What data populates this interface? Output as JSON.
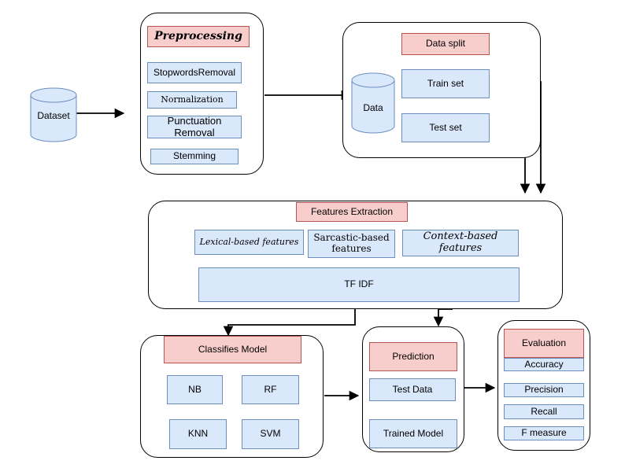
{
  "dataset": "Dataset",
  "preprocessing": {
    "title": "Preprocessing",
    "steps": [
      "StopwordsRemoval",
      "Normalization",
      "Punctuation Removal",
      "Stemming"
    ]
  },
  "data_split": {
    "title": "Data split",
    "store": "Data",
    "train": "Train set",
    "test": "Test set"
  },
  "features": {
    "title": "Features Extraction",
    "lexical": "Lexical-based features",
    "sarcastic": "Sarcastic-based features",
    "context": "Context-based features",
    "tfidf": "TF IDF"
  },
  "classifier": {
    "title": "Classifies  Model",
    "models": [
      "NB",
      "RF",
      "KNN",
      "SVM"
    ]
  },
  "prediction": {
    "title": "Prediction",
    "test_data": "Test Data",
    "trained_model": "Trained Model"
  },
  "evaluation": {
    "title": "Evaluation",
    "metrics": [
      "Accuracy",
      "Precision",
      "Recall",
      "F measure"
    ]
  },
  "colors": {
    "box_fill": "#dae8fc",
    "box_stroke": "#6c8ebf",
    "header_fill": "#f8cecc",
    "header_stroke": "#b85450"
  }
}
